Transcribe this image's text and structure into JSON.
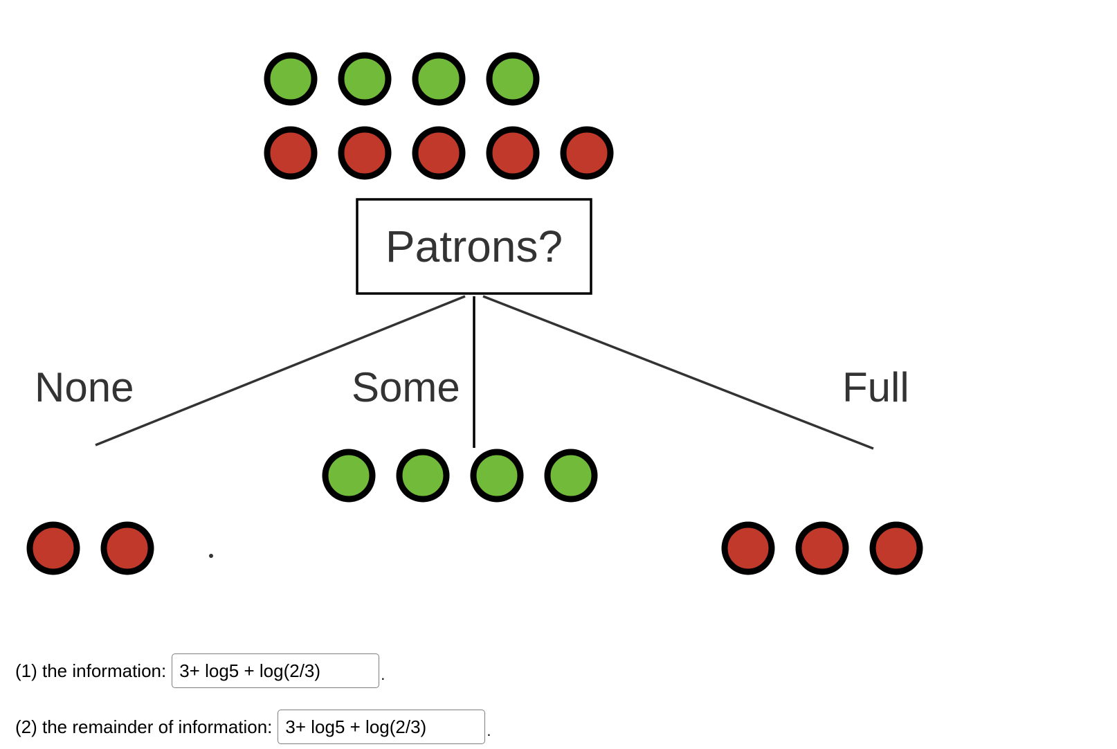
{
  "tree": {
    "root": {
      "label": "Patrons?",
      "positive_count": 4,
      "negative_count": 5
    },
    "branches": [
      {
        "label": "None",
        "positive_count": 0,
        "negative_count": 2
      },
      {
        "label": "Some",
        "positive_count": 4,
        "negative_count": 0
      },
      {
        "label": "Full",
        "positive_count": 0,
        "negative_count": 3
      }
    ],
    "colors": {
      "positive": "#72ba3a",
      "negative": "#c0392b",
      "outline": "#000000",
      "text": "#333333"
    }
  },
  "questions": [
    {
      "label": "(1) the information:",
      "value": "3+ log5 + log(2/3)",
      "suffix": "."
    },
    {
      "label": "(2) the remainder of information:",
      "value": "3+ log5 + log(2/3)",
      "suffix": "."
    }
  ]
}
